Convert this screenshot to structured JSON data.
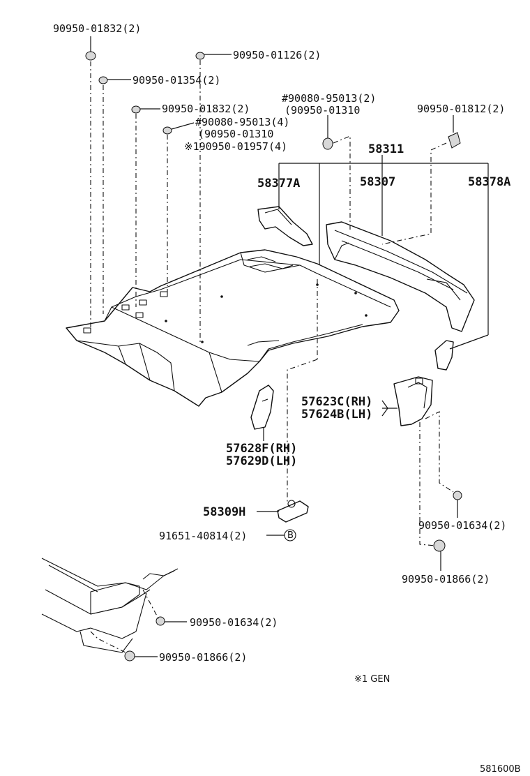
{
  "labels": {
    "clip_top": "90950-01832(2)",
    "clip_01126": "90950-01126(2)",
    "clip_01354": "90950-01354(2)",
    "clip_01832b": "90950-01832(2)",
    "hash_95013_4": "#90080-95013(4)",
    "paren_01310_a": "(90950-01310",
    "star_01957": "※190950-01957(4)",
    "hash_95013_2": "#90080-95013(2)",
    "paren_01310_b": "(90950-01310",
    "clip_01812": "90950-01812(2)",
    "part_58311": "58311",
    "part_58377A": "58377A",
    "part_58307": "58307",
    "part_58378A": "58378A",
    "bracket_rh": "57623C(RH)",
    "bracket_lh": "57624B(LH)",
    "stay_rh": "57628F(RH)",
    "stay_lh": "57629D(LH)",
    "hook": "58309H",
    "bolt": "91651-40814(2)",
    "callout_b": "B",
    "clip_01634_r": "90950-01634(2)",
    "clip_01866_r": "90950-01866(2)",
    "clip_01634_l": "90950-01634(2)",
    "clip_01866_l": "90950-01866(2)",
    "footnote": "※1 GEN",
    "drawing_no": "581600B"
  }
}
